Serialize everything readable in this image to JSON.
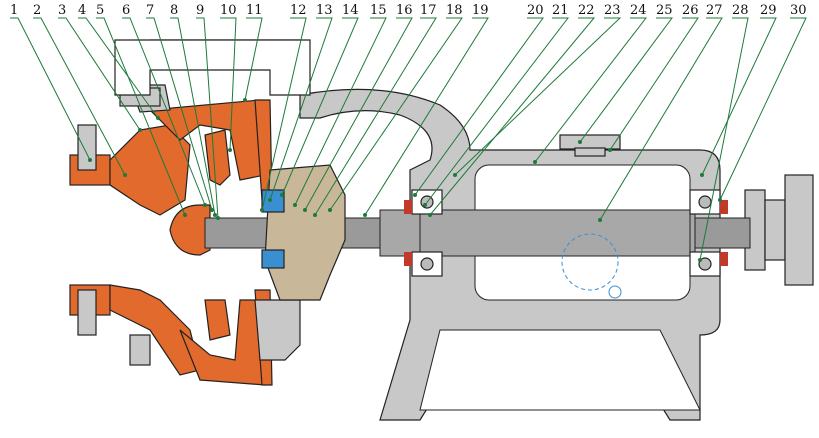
{
  "diagram": {
    "part_numbers": [
      "1",
      "2",
      "3",
      "4",
      "5",
      "6",
      "7",
      "8",
      "9",
      "10",
      "11",
      "12",
      "13",
      "14",
      "15",
      "16",
      "17",
      "18",
      "19",
      "20",
      "21",
      "22",
      "23",
      "24",
      "25",
      "26",
      "27",
      "28",
      "29",
      "30"
    ]
  },
  "colors": {
    "lining": "#e26a2c",
    "housing": "#c8c8c8",
    "shaft": "#9a9a9a",
    "seal_block": "#c9b79a",
    "leader": "#1e7a3a",
    "bearing_seal": "#c0392b",
    "seal_blue": "#3a8fd0"
  }
}
